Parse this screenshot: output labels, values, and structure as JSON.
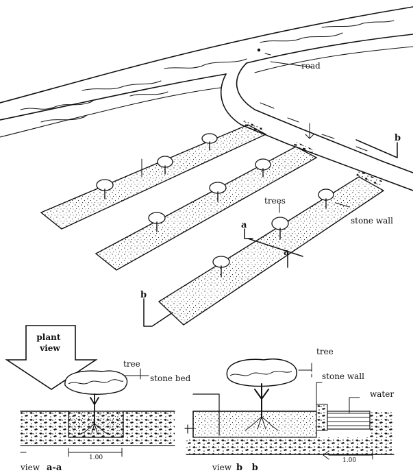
{
  "labels": {
    "road": "road",
    "trees": "trees",
    "stone_wall_top": "stone wall",
    "marker_a_upper": "a",
    "marker_a_lower": "a",
    "marker_b_right": "b",
    "marker_b_left": "b",
    "plant_view": "plant\nview",
    "tree_aa": "tree",
    "stone_bed": "stone bed",
    "tree_bb": "tree",
    "stone_wall_bb": "stone wall",
    "water": "water",
    "dim_aa": "1.00",
    "dim_bb": "1.00",
    "view_aa_word": "view",
    "view_aa_letters": "a-a",
    "view_bb_word": "view",
    "view_bb_letters": "b   b"
  },
  "colors": {
    "ink": "#111111",
    "paper": "#ffffff",
    "stipple": "#333333"
  }
}
